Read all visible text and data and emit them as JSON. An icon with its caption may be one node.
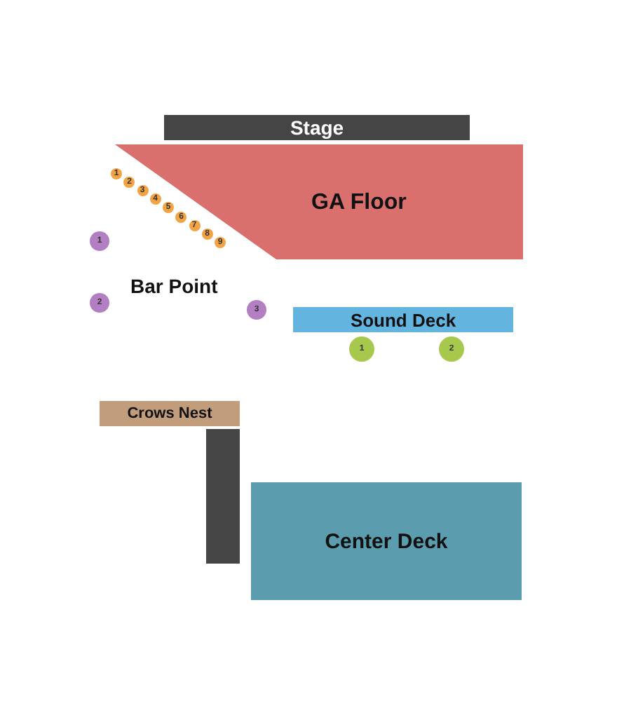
{
  "diagram": {
    "nodes": [
      {
        "text": [
          "Stage"
        ]
      },
      {
        "text": [
          "GA Floor"
        ]
      },
      {
        "text": [
          "1"
        ]
      },
      {
        "text": [
          "2"
        ]
      },
      {
        "text": [
          "3"
        ]
      },
      {
        "text": [
          "4"
        ]
      },
      {
        "text": [
          "5"
        ]
      },
      {
        "text": [
          "6"
        ]
      },
      {
        "text": [
          "7"
        ]
      },
      {
        "text": [
          "8"
        ]
      },
      {
        "text": [
          "9"
        ]
      },
      {
        "text": [
          "1"
        ]
      },
      {
        "text": [
          "2"
        ]
      },
      {
        "text": [
          "3"
        ]
      },
      {
        "text": [
          "Sound Deck"
        ]
      },
      {
        "text": [
          "1"
        ]
      },
      {
        "text": [
          "2"
        ]
      },
      {
        "text": [
          "Crows Nest"
        ]
      },
      {
        "text": [],
        "shape": "bar"
      },
      {
        "text": [
          "Center Deck"
        ]
      }
    ],
    "labels": [
      "Bar Point"
    ]
  }
}
